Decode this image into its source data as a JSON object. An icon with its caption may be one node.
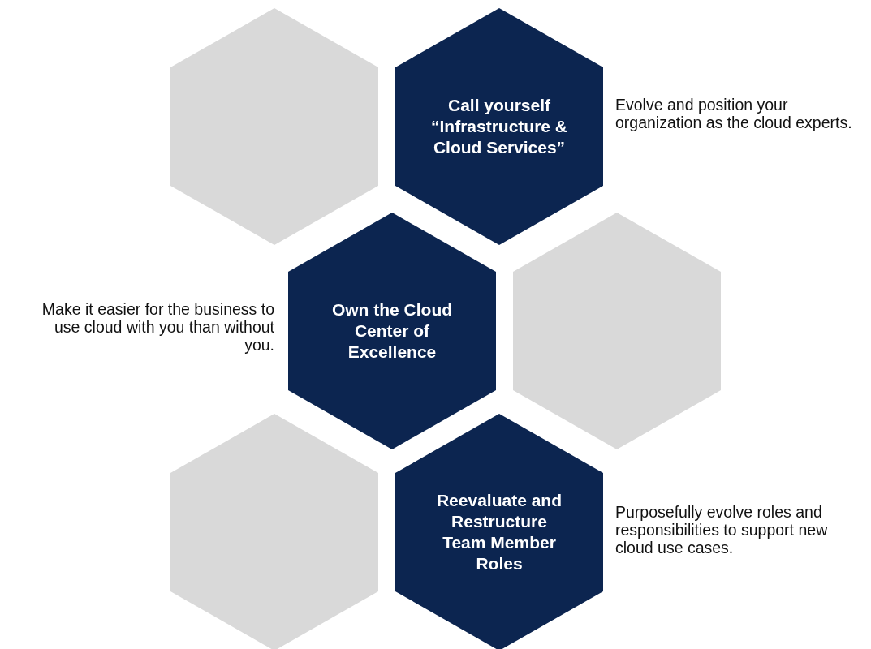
{
  "diagram": {
    "nodes": [
      {
        "text": [],
        "shape": "hexagon"
      },
      {
        "text": [
          "Call yourself “Infrastructure & Cloud Services”"
        ],
        "beside": [
          "Evolve and position your organization as the cloud experts."
        ]
      },
      {
        "text": [
          "Own the Cloud Center of Excellence"
        ],
        "beside": [
          "Make it easier for the business to use cloud with you than without you."
        ]
      },
      {
        "text": [],
        "shape": "hexagon"
      },
      {
        "text": [],
        "shape": "hexagon"
      },
      {
        "text": [
          "Reevaluate and Restructure Team Member Roles"
        ],
        "beside": [
          "Purposefully evolve roles and responsibilities to support new cloud use cases."
        ]
      }
    ]
  }
}
